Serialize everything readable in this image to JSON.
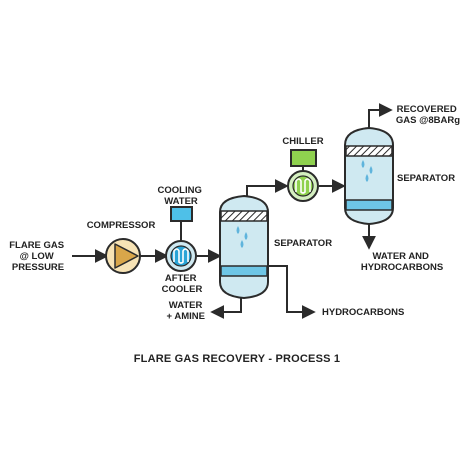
{
  "title": "FLARE GAS RECOVERY - PROCESS 1",
  "labels": {
    "flare_gas": [
      "FLARE GAS",
      "@ LOW",
      "PRESSURE"
    ],
    "compressor": "COMPRESSOR",
    "cooling_water": [
      "COOLING",
      "WATER"
    ],
    "after_cooler": [
      "AFTER",
      "COOLER"
    ],
    "separator_1": "SEPARATOR",
    "water_amine": [
      "WATER",
      "+ AMINE"
    ],
    "hydrocarbons": "HYDROCARBONS",
    "chiller": "CHILLER",
    "recovered_gas": [
      "RECOVERED",
      "GAS @8BARg"
    ],
    "separator_2": "SEPARATOR",
    "water_hydrocarbons": [
      "WATER AND",
      "HYDROCARBONS"
    ]
  },
  "colors": {
    "line": "#2b2b2b",
    "vessel_fill": "#cfe9f1",
    "band_fill": "#6ec6e6",
    "coil_fill": "#2aa4d6",
    "compressor_fill": "#f7e3b5",
    "pump_triangle": "#d9a64a",
    "chiller_fill": "#8fd14f",
    "chiller_exchanger_fill": "#d4efc0",
    "cooling_water_fill": "#4ec0e8",
    "droplet_fill": "#5fb4dc"
  }
}
